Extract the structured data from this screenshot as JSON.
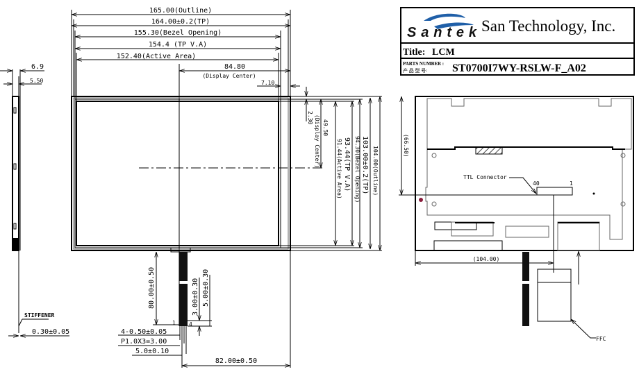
{
  "title_block": {
    "logo_text": "Santek",
    "company": "San Technology, Inc.",
    "title_label": "Title:",
    "title_value": "LCM",
    "parts_number_label": "PARTS NUMBER :",
    "parts_number_label_cn": "产 品 型 号:",
    "parts_number": "ST0700I7WY-RSLW-F_A02",
    "logo_colors": {
      "swoosh": "#1f5fa8",
      "text": "#111111"
    }
  },
  "front_view": {
    "horizontal_dims": [
      "165.00(Outline)",
      "164.00±0.2(TP)",
      "155.30(Bezel Opening)",
      "154.4 (TP V.A)",
      "152.40(Active Area)",
      "84.80",
      "(Display Center)",
      "7.10"
    ],
    "vertical_dims": [
      "2.30",
      "49.50",
      "(Display Center)",
      "91.44(Active Area)",
      "93.44(TP V.A)",
      "94.30(Bezel Opening)",
      "103.00±0.2(TP)",
      "104.00(Outline)"
    ],
    "fpc_dims": [
      "80.00±0.50",
      "3.00±0.30",
      "5.00±0.30",
      "4-0.50±0.05",
      "P1.0X3=3.00",
      "5.0±0.10",
      "82.00±0.50"
    ],
    "fpc_pins": [
      "1",
      "4"
    ]
  },
  "side_view": {
    "dims": [
      "6.9",
      "5.50",
      "0.30±0.05"
    ],
    "stiffener_label": "STIFFENER"
  },
  "back_view": {
    "height_dim": "(66.50)",
    "width_dim": "(104.00)",
    "connector_label": "TTL Connector",
    "connector_pin_left": "40",
    "connector_pin_right": "1",
    "ffc_label": "FFC"
  }
}
